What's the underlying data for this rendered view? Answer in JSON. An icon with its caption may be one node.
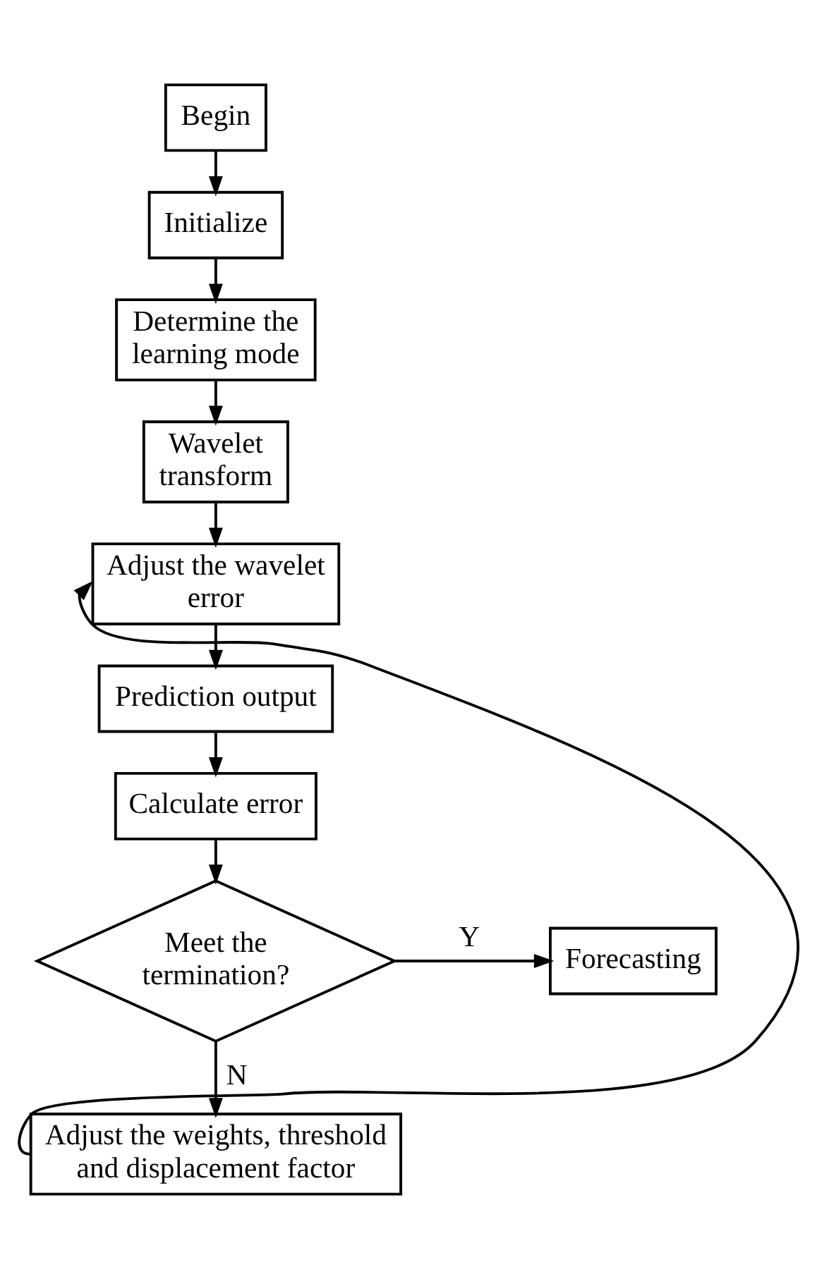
{
  "diagram": {
    "nodes": [
      {
        "text": [
          "Begin"
        ]
      },
      {
        "text": [
          "Initialize"
        ]
      },
      {
        "text": [
          "Determine the learning mode"
        ]
      },
      {
        "text": [
          "Wavelet transform"
        ]
      },
      {
        "text": [
          "Adjust the wavelet error"
        ]
      },
      {
        "text": [
          "Prediction output"
        ]
      },
      {
        "text": [
          "Calculate error"
        ]
      },
      {
        "text": [
          "Meet the termination?"
        ]
      },
      {
        "text": [
          "Forecasting"
        ]
      },
      {
        "text": [
          "Adjust the weights, threshold and displacement factor"
        ]
      }
    ],
    "edges": [
      {
        "from": 0,
        "to": 1,
        "arrow": "to"
      },
      {
        "from": 1,
        "to": 2,
        "arrow": "to"
      },
      {
        "from": 2,
        "to": 3,
        "arrow": "to"
      },
      {
        "from": 3,
        "to": 4,
        "arrow": "to"
      },
      {
        "from": 4,
        "to": 5,
        "arrow": "to"
      },
      {
        "from": 5,
        "to": 6,
        "arrow": "to"
      },
      {
        "from": 6,
        "to": 7,
        "arrow": "to"
      },
      {
        "from": 7,
        "to": 8,
        "arrow": "to",
        "label": "Y"
      },
      {
        "from": 7,
        "to": 9,
        "arrow": "to",
        "label": "N"
      },
      {
        "from": 9,
        "to": 4,
        "arrow": "to"
      }
    ]
  }
}
